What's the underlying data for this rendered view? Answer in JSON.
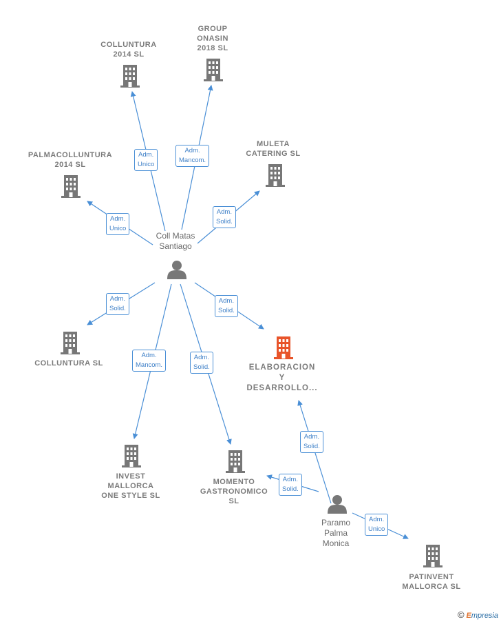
{
  "nodes": {
    "colluntura_2014": {
      "label": "COLLUNTURA\n2014 SL"
    },
    "group_onasin": {
      "label": "GROUP\nONASIN\n2018 SL"
    },
    "palmacolluntura": {
      "label": "PALMACOLLUNTURA\n2014 SL"
    },
    "muleta": {
      "label": "MULETA\nCATERING SL"
    },
    "colluntura_sl": {
      "label": "COLLUNTURA SL"
    },
    "elaboracion": {
      "label": "ELABORACION\nY\nDESARROLLO..."
    },
    "invest": {
      "label": "INVEST\nMALLORCA\nONE STYLE SL"
    },
    "momento": {
      "label": "MOMENTO\nGASTRONOMICO\nSL"
    },
    "patinvent": {
      "label": "PATINVENT\nMALLORCA SL"
    }
  },
  "persons": {
    "coll": {
      "label": "Coll Matas\nSantiago"
    },
    "paramo": {
      "label": "Paramo\nPalma\nMonica"
    }
  },
  "roles": {
    "r1": "Adm.\nUnico",
    "r2": "Adm.\nMancom.",
    "r3": "Adm.\nUnico",
    "r4": "Adm.\nSolid.",
    "r5": "Adm.\nSolid.",
    "r6": "Adm.\nSolid.",
    "r7": "Adm.\nMancom.",
    "r8": "Adm.\nSolid.",
    "r9": "Adm.\nSolid.",
    "r10": "Adm.\nSolid.",
    "r11": "Adm.\nUnico"
  },
  "footer": {
    "copyright": "©",
    "brand_initial": "E",
    "brand_rest": "mpresia"
  },
  "colors": {
    "edge": "#4a8fd6",
    "building": "#777777",
    "highlight": "#e8542a",
    "person": "#777777"
  }
}
